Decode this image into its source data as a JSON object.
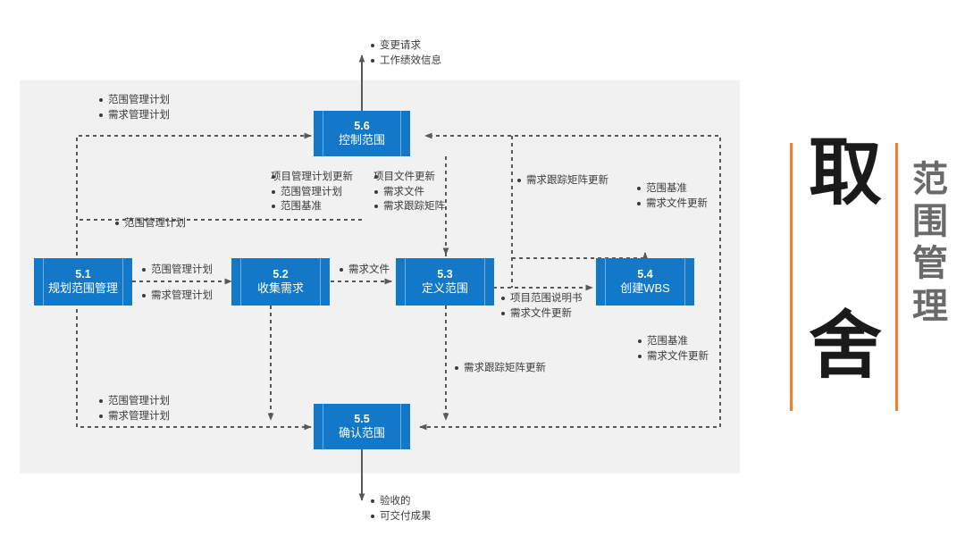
{
  "diagram": {
    "title_big": [
      "取",
      "舍"
    ],
    "title_sub": [
      "范",
      "围",
      "管",
      "理"
    ],
    "accent_color": "#ed7d31",
    "node_color": "#1478c8",
    "panel_color": "#f1f1f1",
    "nodes": [
      {
        "id": "5.1",
        "num": "5.1",
        "name": "规划范围管理"
      },
      {
        "id": "5.2",
        "num": "5.2",
        "name": "收集需求"
      },
      {
        "id": "5.3",
        "num": "5.3",
        "name": "定义范围"
      },
      {
        "id": "5.4",
        "num": "5.4",
        "name": "创建WBS"
      },
      {
        "id": "5.5",
        "num": "5.5",
        "name": "确认范围"
      },
      {
        "id": "5.6",
        "num": "5.6",
        "name": "控制范围"
      }
    ],
    "labels": {
      "top_output": {
        "items": [
          "变更请求",
          "工作绩效信息"
        ]
      },
      "top_left_to_56": {
        "items": [
          "范围管理计划",
          "需求管理计划"
        ]
      },
      "pm_plan_update": {
        "head": "项目管理计划更新",
        "items": [
          "范围管理计划",
          "范围基准"
        ]
      },
      "project_doc_update": {
        "head": "项目文件更新",
        "items": [
          "需求文件",
          "需求跟踪矩阵"
        ]
      },
      "rtm_update_top": {
        "items": [
          "需求跟踪矩阵更新"
        ]
      },
      "scope_baseline_top": {
        "items": [
          "范围基准",
          "需求文件更新"
        ]
      },
      "scope_plan_mid": {
        "items": [
          "范围管理计划"
        ]
      },
      "p51_to_52": {
        "items": [
          "范围管理计划",
          "需求管理计划"
        ]
      },
      "req_doc": {
        "items": [
          "需求文件"
        ]
      },
      "p53_out": {
        "items": [
          "项目范围说明书",
          "需求文件更新"
        ]
      },
      "scope_baseline_low": {
        "items": [
          "范围基准",
          "需求文件更新"
        ]
      },
      "rtm_update_low": {
        "items": [
          "需求跟踪矩阵更新"
        ]
      },
      "bottom_left_to_55": {
        "items": [
          "范围管理计划",
          "需求管理计划"
        ]
      },
      "bottom_output": {
        "lines": [
          "验收的",
          "可交付成果"
        ]
      }
    }
  }
}
